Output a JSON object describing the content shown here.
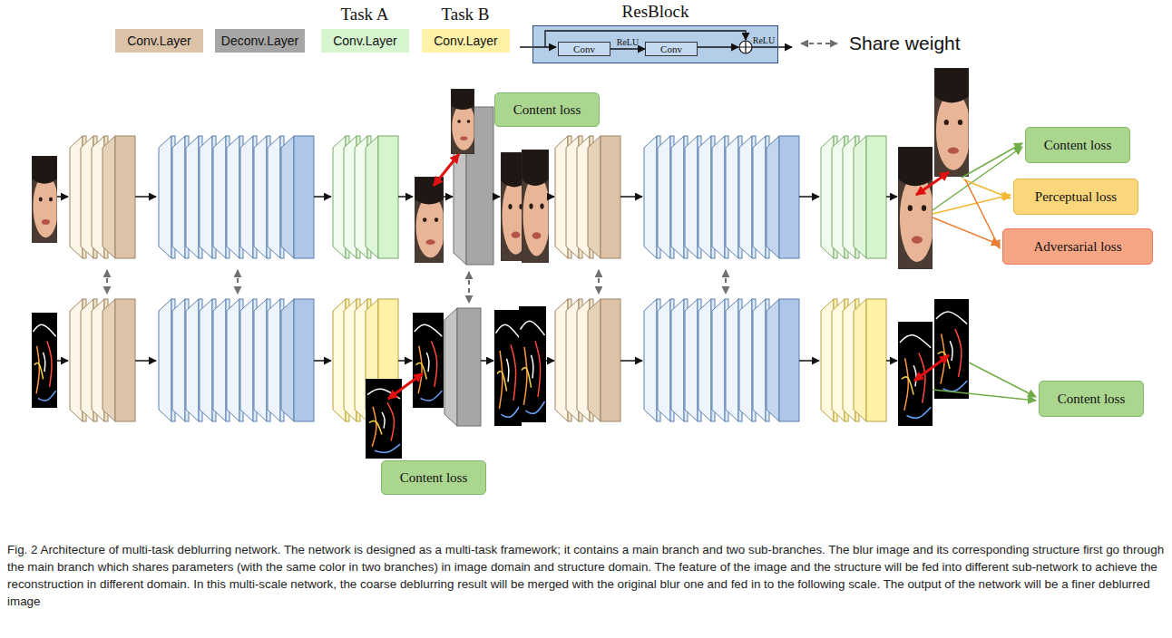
{
  "diagram": {
    "caption": "Fig. 2 Architecture of multi-task deblurring network. The network is designed as a multi-task framework; it contains a main branch and two sub-branches. The blur image and its corresponding structure first go through the main branch which shares parameters (with the same color in two branches) in image domain and structure domain. The feature of the image and the structure will be fed into different sub-network to achieve the reconstruction in different domain. In this multi-scale network, the coarse deblurring result will be merged with the original blur one and fed in to the following scale. The output of the network will be a finer deblurred image",
    "nodes": [
      {
        "text": [
          "ResBlock"
        ]
      },
      {
        "text": [
          "Conv"
        ],
        "in": 0
      },
      {
        "text": [
          "Conv"
        ],
        "in": 0
      },
      {
        "text": [
          "Content loss"
        ]
      },
      {
        "text": [
          "Content loss"
        ]
      },
      {
        "text": [
          "Perceptual loss"
        ]
      },
      {
        "text": [
          "Adversarial loss"
        ]
      },
      {
        "text": [
          "Content loss"
        ]
      },
      {
        "text": [
          "Content loss"
        ]
      }
    ],
    "edges": [
      {
        "from": 1,
        "to": 2,
        "label": "ReLU",
        "arrow": "to"
      }
    ],
    "labels": [
      "Task A",
      "Task B",
      "ReLU"
    ],
    "legend": [
      {
        "text": "Conv.Layer",
        "color": "#dcc3a8"
      },
      {
        "text": "Deconv.Layer",
        "color": "#a6a6a6"
      },
      {
        "text": "Conv.Layer",
        "color": "#d6f5cf"
      },
      {
        "text": "Conv.Layer",
        "color": "#fff2a6"
      },
      {
        "text": "Share weight"
      }
    ]
  }
}
